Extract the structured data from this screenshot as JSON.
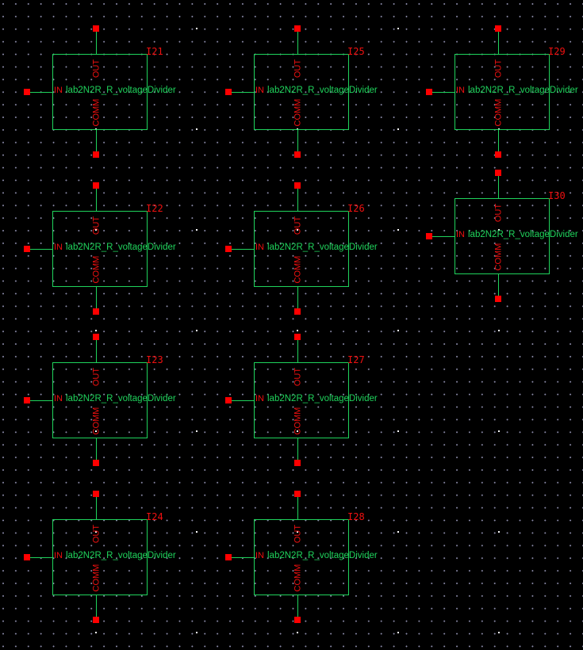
{
  "cell_label": "lab2N2R_R_voltageDivider",
  "pins": {
    "input": "IN",
    "output": "OUT",
    "common": "COMM"
  },
  "instances": [
    {
      "name": "I21"
    },
    {
      "name": "I22"
    },
    {
      "name": "I23"
    },
    {
      "name": "I24"
    },
    {
      "name": "I25"
    },
    {
      "name": "I26"
    },
    {
      "name": "I27"
    },
    {
      "name": "I28"
    },
    {
      "name": "I29"
    },
    {
      "name": "I30"
    }
  ],
  "colors": {
    "wire": "#1fd35c",
    "pin": "#ff0000",
    "background": "#000000"
  }
}
